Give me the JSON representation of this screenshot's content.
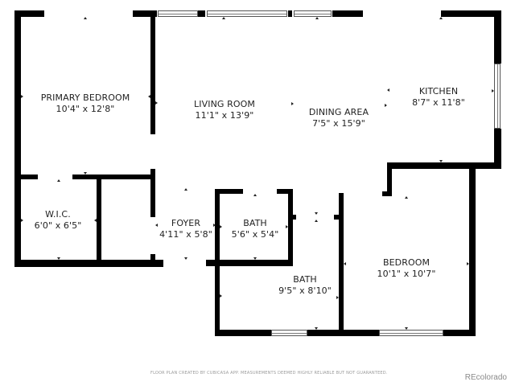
{
  "floorplan": {
    "rooms": [
      {
        "id": "primary-bedroom",
        "name": "PRIMARY BEDROOM",
        "dimensions": "10'4\" x 12'8\""
      },
      {
        "id": "living-room",
        "name": "LIVING ROOM",
        "dimensions": "11'1\" x 13'9\""
      },
      {
        "id": "dining-area",
        "name": "DINING AREA",
        "dimensions": "7'5\" x 15'9\""
      },
      {
        "id": "kitchen",
        "name": "KITCHEN",
        "dimensions": "8'7\" x 11'8\""
      },
      {
        "id": "wic",
        "name": "W.I.C.",
        "dimensions": "6'0\" x 6'5\""
      },
      {
        "id": "foyer",
        "name": "FOYER",
        "dimensions": "4'11\" x 5'8\""
      },
      {
        "id": "bath-small",
        "name": "BATH",
        "dimensions": "5'6\" x 5'4\""
      },
      {
        "id": "bath-large",
        "name": "BATH",
        "dimensions": "9'5\" x 8'10\""
      },
      {
        "id": "bedroom",
        "name": "BEDROOM",
        "dimensions": "10'1\" x 10'7\""
      }
    ],
    "colors": {
      "wall": "#000000",
      "text": "#222222",
      "background": "#ffffff",
      "footer_text": "#9a9a9a"
    }
  },
  "footer": {
    "disclaimer": "FLOOR PLAN CREATED BY CUBICASA APP. MEASUREMENTS DEEMED HIGHLY RELIABLE BUT NOT GUARANTEED.",
    "brand": "REcolorado"
  }
}
